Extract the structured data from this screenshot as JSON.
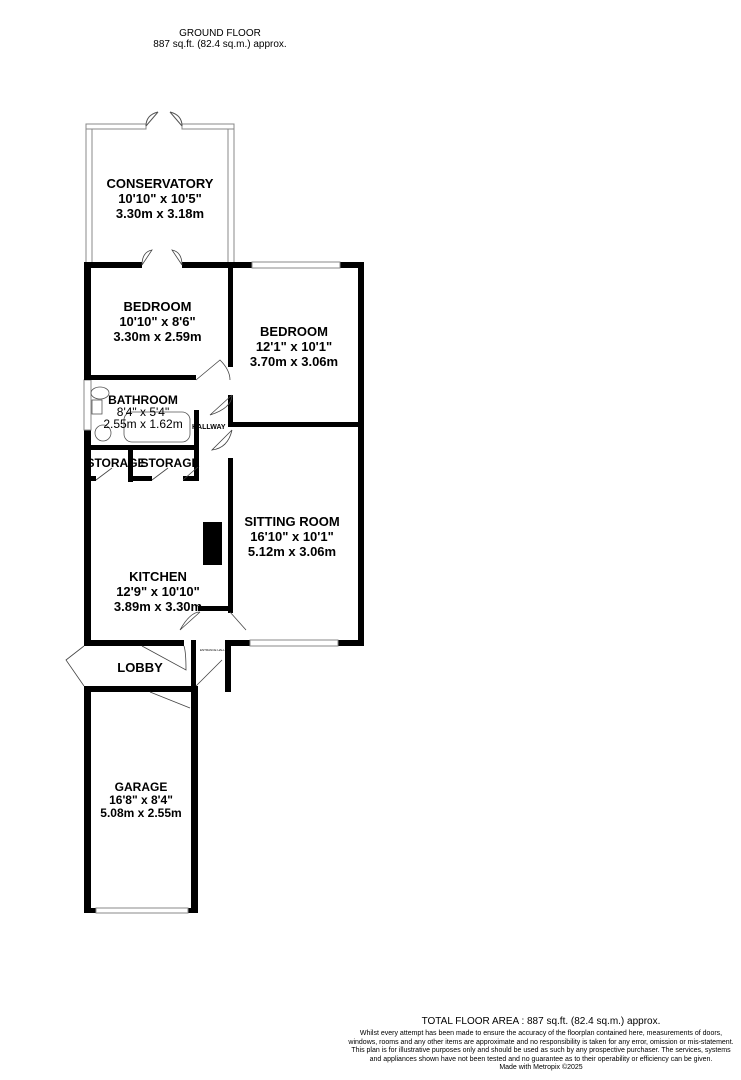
{
  "header": {
    "floor": "GROUND FLOOR",
    "area": "887 sq.ft. (82.4 sq.m.) approx."
  },
  "rooms": [
    {
      "name": "CONSERVATORY",
      "imperial": "10'10\"  x 10'5\"",
      "metric": "3.30m  x 3.18m"
    },
    {
      "name": "BEDROOM",
      "imperial": "10'10\"  x 8'6\"",
      "metric": "3.30m  x 2.59m"
    },
    {
      "name": "BEDROOM",
      "imperial": "12'1\"  x 10'1\"",
      "metric": "3.70m  x 3.06m"
    },
    {
      "name": "BATHROOM",
      "imperial": "8'4\"  x 5'4\"",
      "metric": "2.55m  x 1.62m"
    },
    {
      "name": "STORAGE",
      "imperial": "",
      "metric": ""
    },
    {
      "name": "STORAGE",
      "imperial": "",
      "metric": ""
    },
    {
      "name": "HALLWAY",
      "imperial": "",
      "metric": ""
    },
    {
      "name": "SITTING ROOM",
      "imperial": "16'10\"  x 10'1\"",
      "metric": "5.12m  x 3.06m"
    },
    {
      "name": "KITCHEN",
      "imperial": "12'9\"  x 10'10\"",
      "metric": "3.89m  x 3.30m"
    },
    {
      "name": "LOBBY",
      "imperial": "",
      "metric": ""
    },
    {
      "name": "ENTRANCE HALL",
      "imperial": "",
      "metric": ""
    },
    {
      "name": "GARAGE",
      "imperial": "16'8\"  x 8'4\"",
      "metric": "5.08m  x 2.55m"
    }
  ],
  "footer": {
    "total": "TOTAL FLOOR AREA : 887 sq.ft. (82.4 sq.m.) approx.",
    "disclaimer": "Whilst every attempt has been made to ensure the accuracy of the floorplan contained here, measurements of doors, windows, rooms and any other items are approximate and no responsibility is taken for any error, omission or mis-statement. This plan is for illustrative purposes only and should be used as such by any prospective purchaser. The services, systems and appliances shown have not been tested and no guarantee as to their operability or efficiency can be given.",
    "credit": "Made with Metropix ©2025"
  }
}
